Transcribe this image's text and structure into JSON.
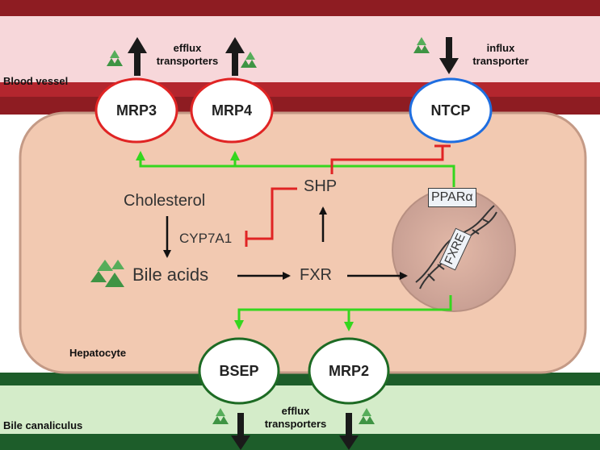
{
  "regions": {
    "blood_vessel": "Blood vessel",
    "hepatocyte": "Hepatocyte",
    "bile_canaliculus": "Bile canaliculus"
  },
  "transporters": {
    "mrp3": "MRP3",
    "mrp4": "MRP4",
    "ntcp": "NTCP",
    "bsep": "BSEP",
    "mrp2": "MRP2"
  },
  "annotations": {
    "top_efflux": "efflux\ntransporters",
    "top_influx": "influx\ntransporter",
    "bottom_efflux": "efflux\ntransporters"
  },
  "molecules": {
    "cholesterol": "Cholesterol",
    "cyp7a1": "CYP7A1",
    "bile_acids": "Bile acids",
    "fxr": "FXR",
    "shp": "SHP",
    "ppara": "PPARα",
    "fxre": "FXRE"
  },
  "colors": {
    "vessel_dark": "#8e1c22",
    "vessel_light": "#f7d7da",
    "cell_fill": "#f2c9b1",
    "canal_dark": "#1d5d2a",
    "canal_light": "#d4ecc9",
    "activation": "#35d61e",
    "inhibition": "#e02424",
    "mrp_border": "#e02424",
    "ntcp_border": "#1e6ee0",
    "canal_border": "#1d6b24"
  }
}
